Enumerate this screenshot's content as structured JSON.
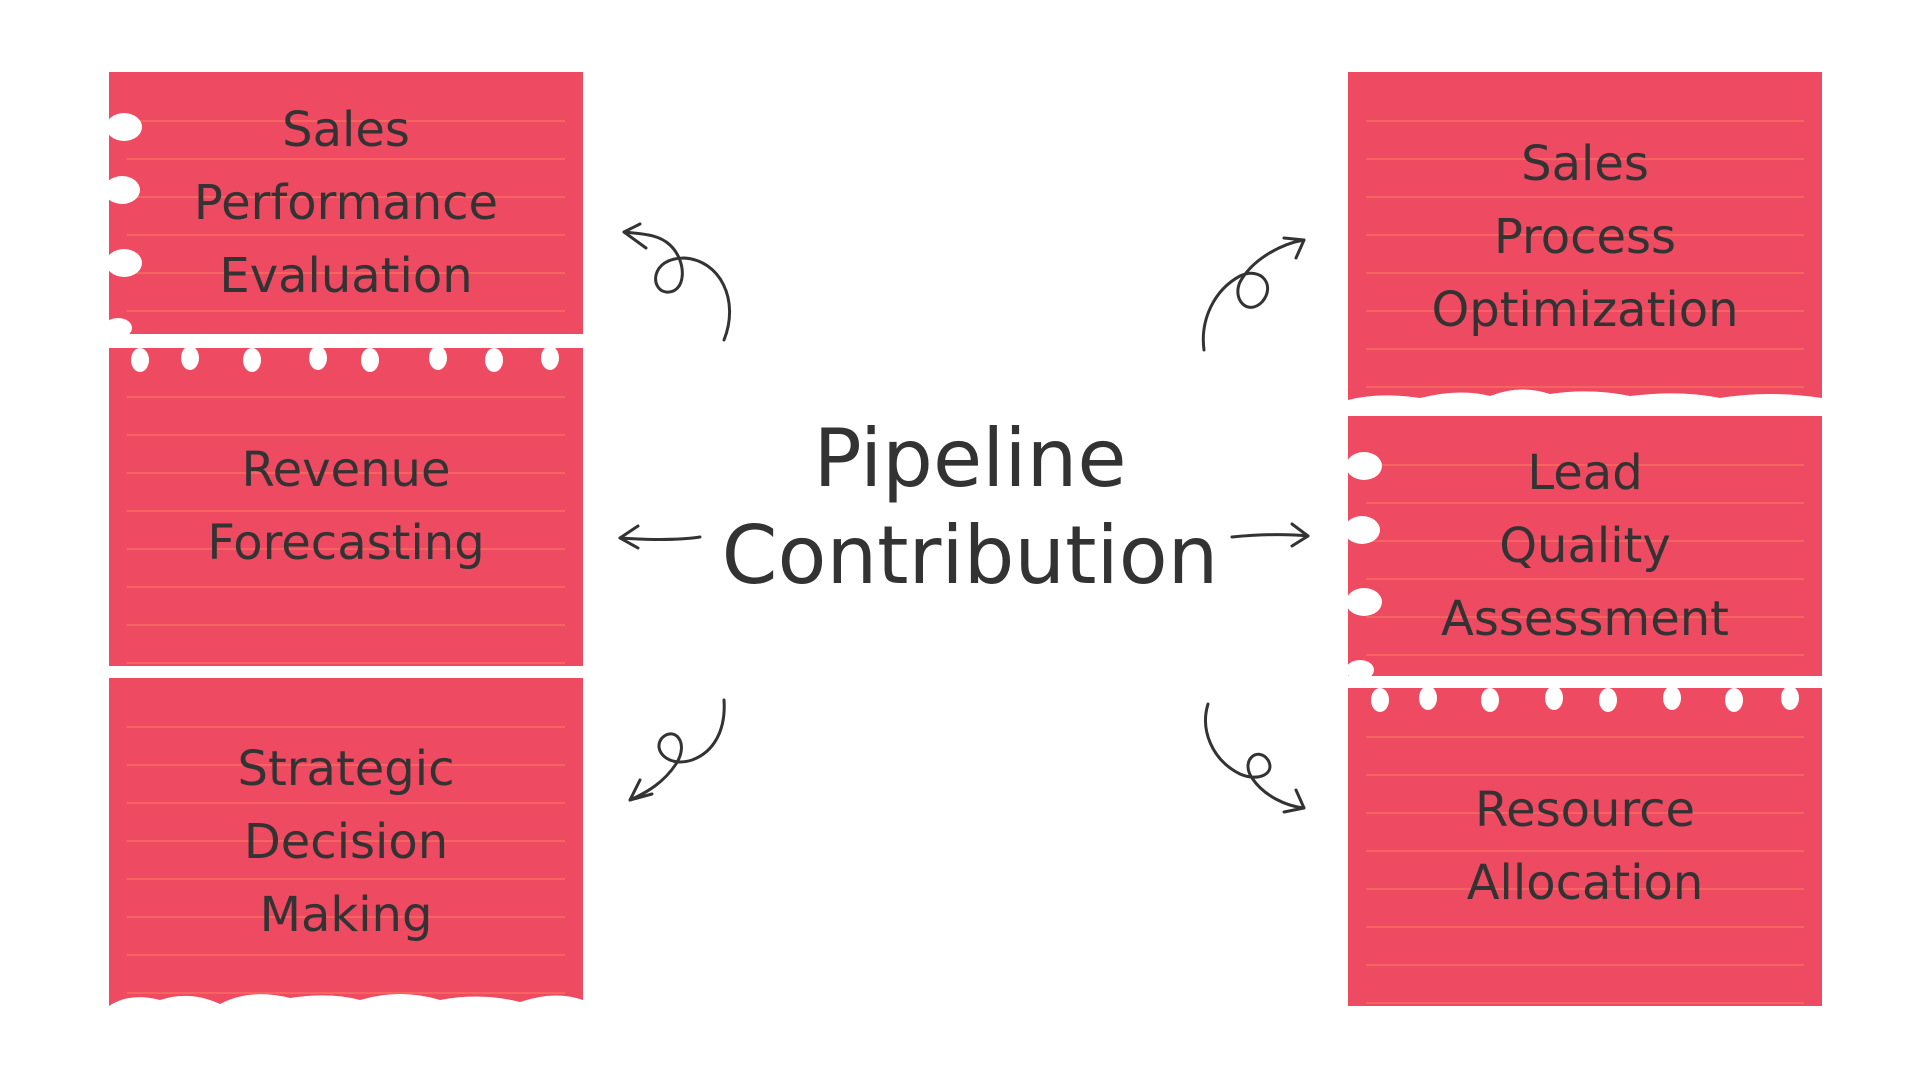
{
  "center": {
    "title": "Pipeline\nContribution"
  },
  "notes": {
    "sales_performance": "Sales\nPerformance\nEvaluation",
    "revenue_forecasting": "Revenue\nForecasting",
    "strategic_decision": "Strategic\nDecision\nMaking",
    "sales_process": "Sales\nProcess\nOptimization",
    "lead_quality": "Lead\nQuality\nAssessment",
    "resource_allocation": "Resource\nAllocation"
  },
  "colors": {
    "note": "#ee4a62",
    "text": "#333333",
    "background": "#ffffff"
  }
}
